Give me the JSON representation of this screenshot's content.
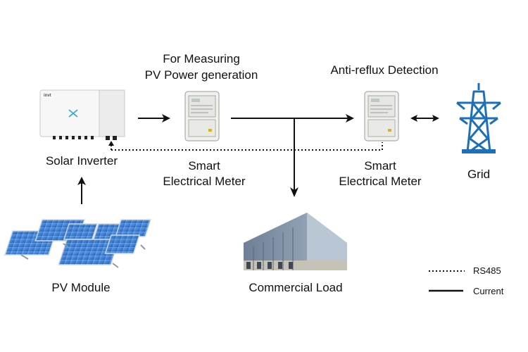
{
  "labels": {
    "measuring_line1": "For Measuring",
    "measuring_line2": "PV Power generation",
    "anti_reflux": "Anti-reflux Detection",
    "solar_inverter": "Solar Inverter",
    "meter1_line1": "Smart",
    "meter1_line2": "Electrical Meter",
    "meter2_line1": "Smart",
    "meter2_line2": "Electrical Meter",
    "grid": "Grid",
    "pv_module": "PV Module",
    "commercial_load": "Commercial Load",
    "inverter_brand": "invt"
  },
  "legend": {
    "rs485": "RS485",
    "current": "Current"
  },
  "colors": {
    "line": "#111111",
    "tower": "#1d6fb8",
    "panel": "#2f6fc7",
    "meter_body": "#f1f1ee",
    "building": "#7d8fa6"
  }
}
